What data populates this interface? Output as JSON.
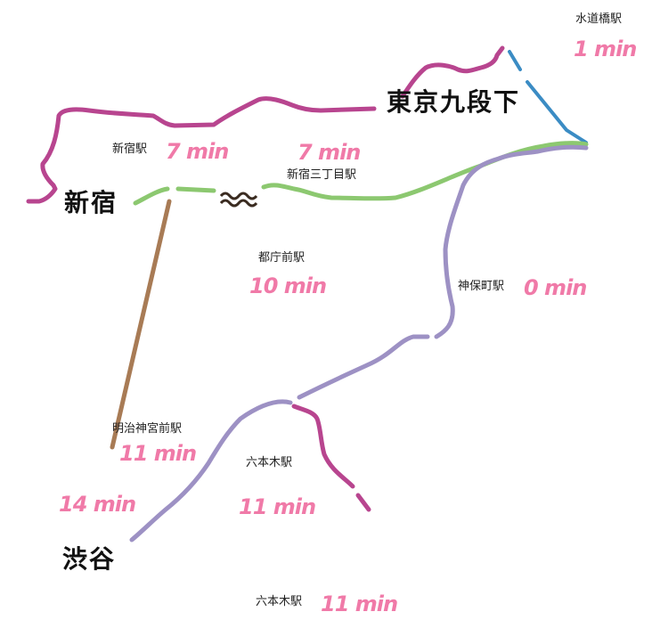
{
  "map": {
    "terminals": {
      "shinjuku": "新宿",
      "shibuya": "渋谷",
      "kudanshita": "東京九段下"
    },
    "stations": [
      {
        "id": "suidobashi",
        "name": "水道橋駅",
        "time": "1 min"
      },
      {
        "id": "shinjuku",
        "name": "新宿駅",
        "time": "7 min"
      },
      {
        "id": "shinjuku-sanchome",
        "name": "新宿三丁目駅",
        "time": "7 min"
      },
      {
        "id": "tochomae",
        "name": "都庁前駅",
        "time": "10 min"
      },
      {
        "id": "jimbocho",
        "name": "神保町駅",
        "time": "0 min"
      },
      {
        "id": "meiji-jingumae",
        "name": "明治神宮前駅",
        "time": "11 min"
      },
      {
        "id": "roppongi",
        "name": "六本木駅",
        "time": "11 min"
      },
      {
        "id": "roppongi-2",
        "name": "六本木駅",
        "time": "11 min"
      }
    ],
    "extra_times": {
      "shibuya_time": "14 min"
    },
    "line_colors": {
      "magenta": "#b8458f",
      "green": "#8cc870",
      "blue": "#3b8cc4",
      "purple": "#9d91c4",
      "brown": "#a87b55",
      "time_pink": "#f07aa8"
    },
    "icon": "hot-spring-wave-icon"
  }
}
